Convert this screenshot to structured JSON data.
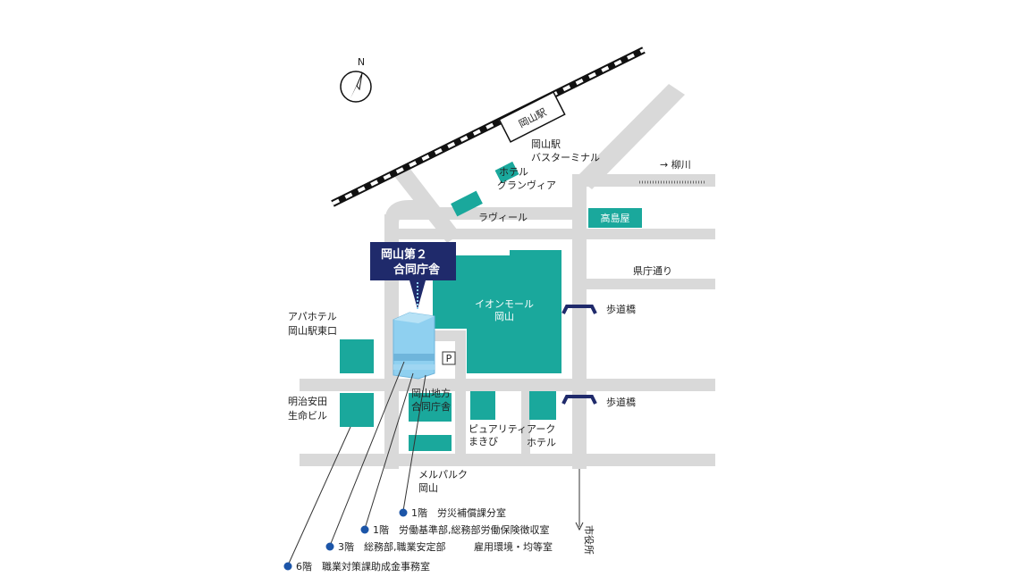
{
  "compass": {
    "north_label": "N"
  },
  "station": {
    "name": "岡山駅"
  },
  "bus_terminal": {
    "line1": "岡山駅",
    "line2": "バスターミナル"
  },
  "direction_yanagawa": "→ 柳川",
  "hotel_granvia": {
    "line1": "ホテル",
    "line2": "グランヴィア"
  },
  "la_vial": "ラヴィール",
  "takashimaya": "高島屋",
  "kencho_dori": "県庁通り",
  "target_building": {
    "line1": "岡山第２",
    "line2": "合同庁舎"
  },
  "aeon_mall": {
    "line1": "イオンモール",
    "line2": "岡山"
  },
  "pedestrian_bridge_1": "歩道橋",
  "pedestrian_bridge_2": "歩道橋",
  "apa_hotel": {
    "line1": "アパホテル",
    "line2": "岡山駅東口"
  },
  "parking": "P",
  "meiji_yasuda": {
    "line1": "明治安田",
    "line2": "生命ビル"
  },
  "chiho_godo": {
    "line1": "岡山地方",
    "line2": "合同庁舎"
  },
  "beauty_makibi": {
    "line1": "ピュアリティ",
    "line2": "まきび"
  },
  "ark_hotel": {
    "line1": "アーク",
    "line2": "ホテル"
  },
  "mielparque": {
    "line1": "メルパルク",
    "line2": "岡山"
  },
  "city_hall": "市役所",
  "floors": [
    {
      "text": "1階　労災補償課分室"
    },
    {
      "text": "1階　労働基準部,総務部労働保険徴収室"
    },
    {
      "text": "3階　総務部,職業安定部",
      "note": "雇用環境・均等室"
    },
    {
      "text": "6階　職業対策課助成金事務室"
    }
  ],
  "colors": {
    "road": "#d9d9d9",
    "building": "#1aa89c",
    "target_header": "#1f2a6b",
    "target_building": "#8fd0f0",
    "bridge": "#1f2a6b",
    "dot": "#1c55a8"
  }
}
